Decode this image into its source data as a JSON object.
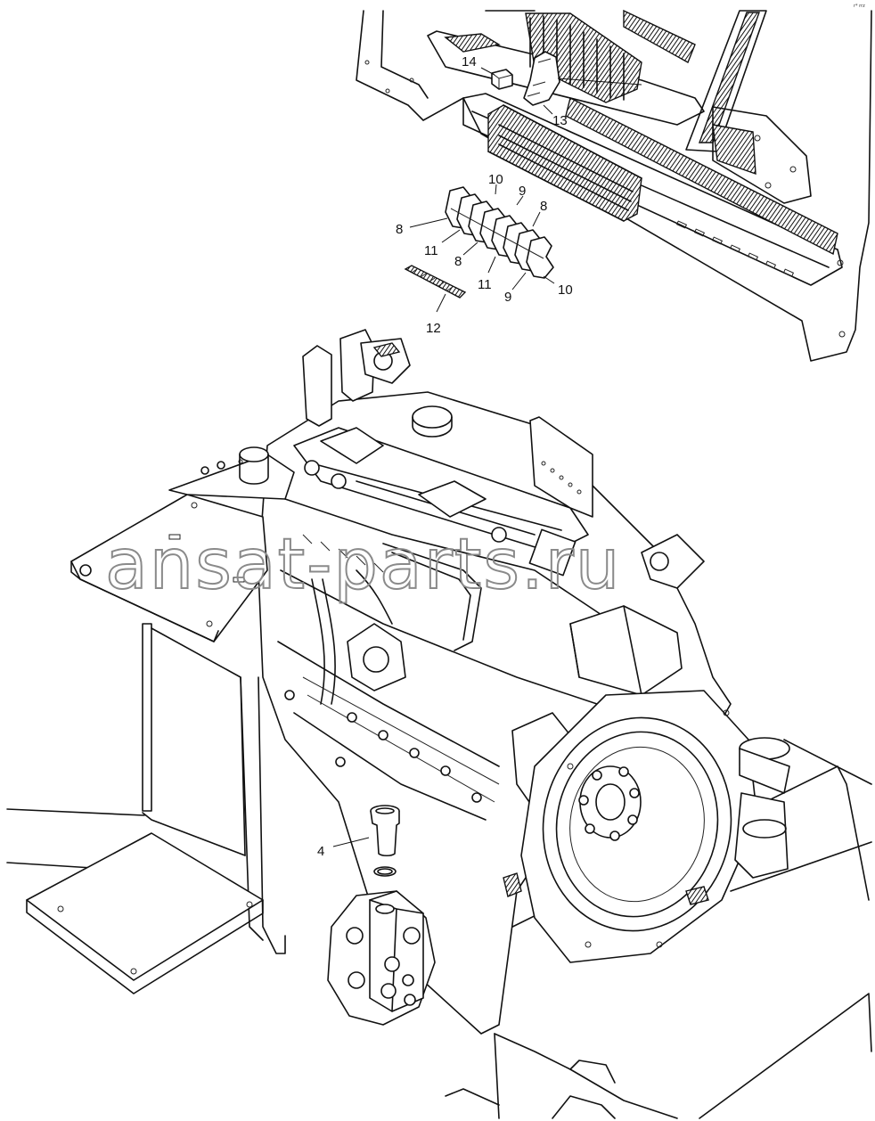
{
  "watermark": "ansat-parts.ru",
  "corner_code": "r* rrz",
  "callouts": [
    {
      "id": "c14",
      "text": "14"
    },
    {
      "id": "c13",
      "text": "13"
    },
    {
      "id": "c10a",
      "text": "10"
    },
    {
      "id": "c9a",
      "text": "9"
    },
    {
      "id": "c8a",
      "text": "8"
    },
    {
      "id": "c8b",
      "text": "8"
    },
    {
      "id": "c11a",
      "text": "11"
    },
    {
      "id": "c8c",
      "text": "8"
    },
    {
      "id": "c11b",
      "text": "11"
    },
    {
      "id": "c9b",
      "text": "9"
    },
    {
      "id": "c10b",
      "text": "10"
    },
    {
      "id": "c12",
      "text": "12"
    },
    {
      "id": "c4",
      "text": "4"
    }
  ]
}
